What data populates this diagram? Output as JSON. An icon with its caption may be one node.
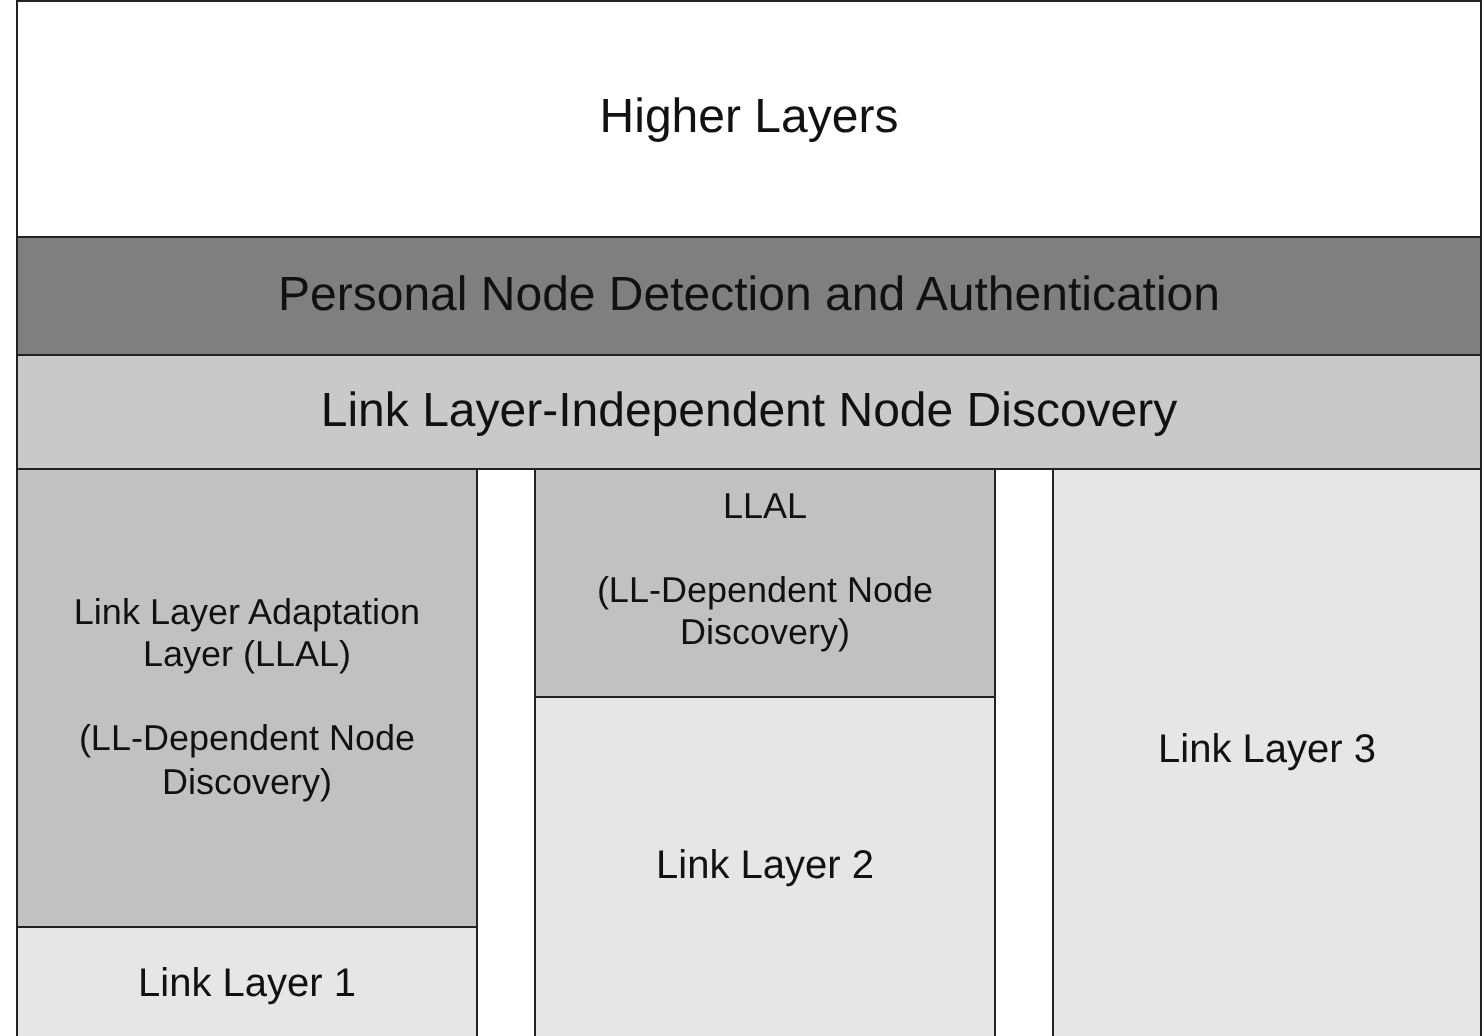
{
  "diagram": {
    "nodes": [
      {
        "text": [
          "Higher Layers"
        ]
      },
      {
        "text": [
          "Personal Node Detection and Authentication"
        ]
      },
      {
        "text": [
          "Link Layer-Independent Node Discovery"
        ]
      },
      {
        "text": [
          "Link Layer Adaptation Layer (LLAL)",
          "(LL-Dependent Node Discovery)"
        ]
      },
      {
        "text": [
          "Link Layer 1"
        ]
      },
      {
        "text": [
          "LLAL",
          "(LL-Dependent Node Discovery)"
        ]
      },
      {
        "text": [
          "Link Layer 2"
        ]
      },
      {
        "text": [
          "Link Layer 3"
        ]
      }
    ]
  }
}
